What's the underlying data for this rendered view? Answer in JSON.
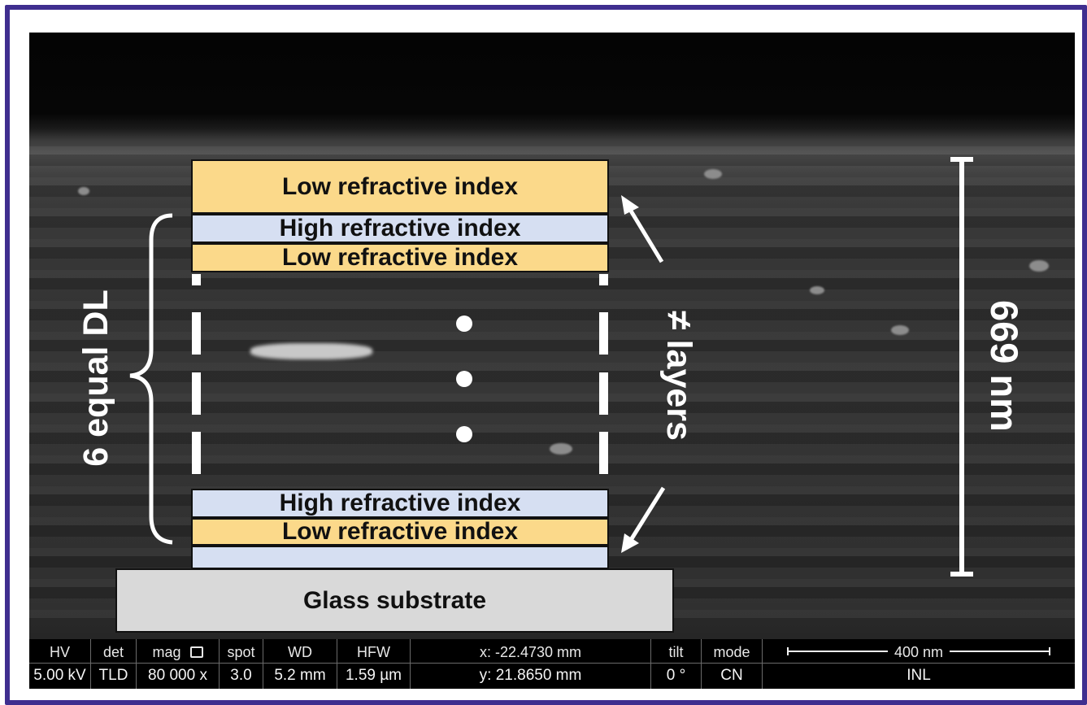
{
  "diagram": {
    "layers": {
      "top_low": "Low refractive index",
      "high_1": "High refractive index",
      "low_1": "Low refractive index",
      "high_2": "High refractive index",
      "low_2": "Low refractive index",
      "substrate": "Glass substrate"
    },
    "brace_label": "6 equal DL",
    "arrows_label": "≠ layers",
    "scale_label": "669 nm"
  },
  "infobar": {
    "hv": {
      "label": "HV",
      "value": "5.00 kV"
    },
    "det": {
      "label": "det",
      "value": "TLD"
    },
    "mag": {
      "label": "mag",
      "value": "80 000 x"
    },
    "spot": {
      "label": "spot",
      "value": "3.0"
    },
    "wd": {
      "label": "WD",
      "value": "5.2 mm"
    },
    "hfw": {
      "label": "HFW",
      "value": "1.59 µm"
    },
    "coords": {
      "x": "x: -22.4730 mm",
      "y": "y: 21.8650 mm"
    },
    "tilt": {
      "label": "tilt",
      "value": "0 °"
    },
    "mode": {
      "label": "mode",
      "value": "CN"
    },
    "scalebar": {
      "label": "400 nm",
      "value": "INL"
    }
  },
  "colors": {
    "frame": "#3f2e8f",
    "low_index": "#fbd98a",
    "high_index": "#d6dff2",
    "substrate": "#d9d9d9"
  },
  "icons": {
    "mag_icon": "camera-icon"
  }
}
